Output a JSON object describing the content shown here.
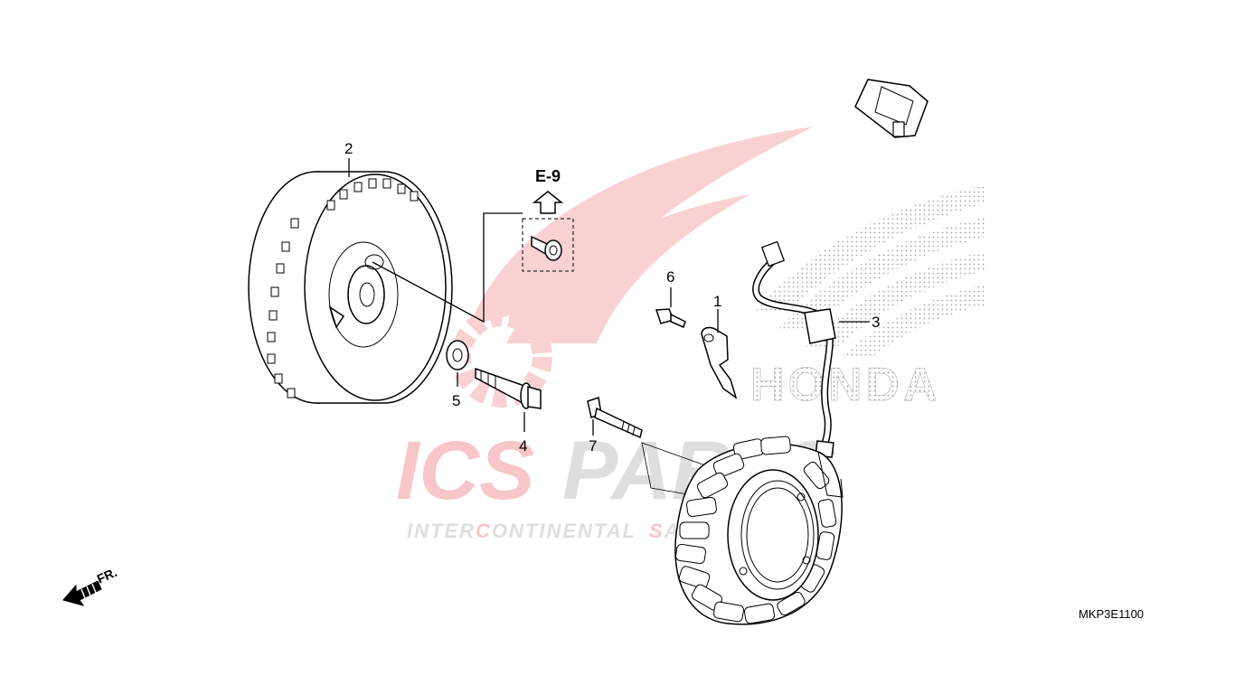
{
  "diagram": {
    "callouts": [
      {
        "id": "1",
        "label": "1"
      },
      {
        "id": "2",
        "label": "2"
      },
      {
        "id": "3",
        "label": "3"
      },
      {
        "id": "4",
        "label": "4"
      },
      {
        "id": "5",
        "label": "5"
      },
      {
        "id": "6",
        "label": "6"
      },
      {
        "id": "7",
        "label": "7"
      }
    ],
    "reference": "E-9",
    "direction_label": "FR.",
    "diagram_code": "MKP3E1100"
  },
  "watermark": {
    "brand_part1": "ICS",
    "brand_part2": "PARTS",
    "tagline_part1": "INTER",
    "tagline_part2": "C",
    "tagline_part3": "ONTINENTAL",
    "tagline_part4": "S",
    "tagline_part5": "ALES",
    "logo_word": "HONDA",
    "colors": {
      "red": "#e8323c",
      "gray": "#8a8a8a"
    }
  }
}
